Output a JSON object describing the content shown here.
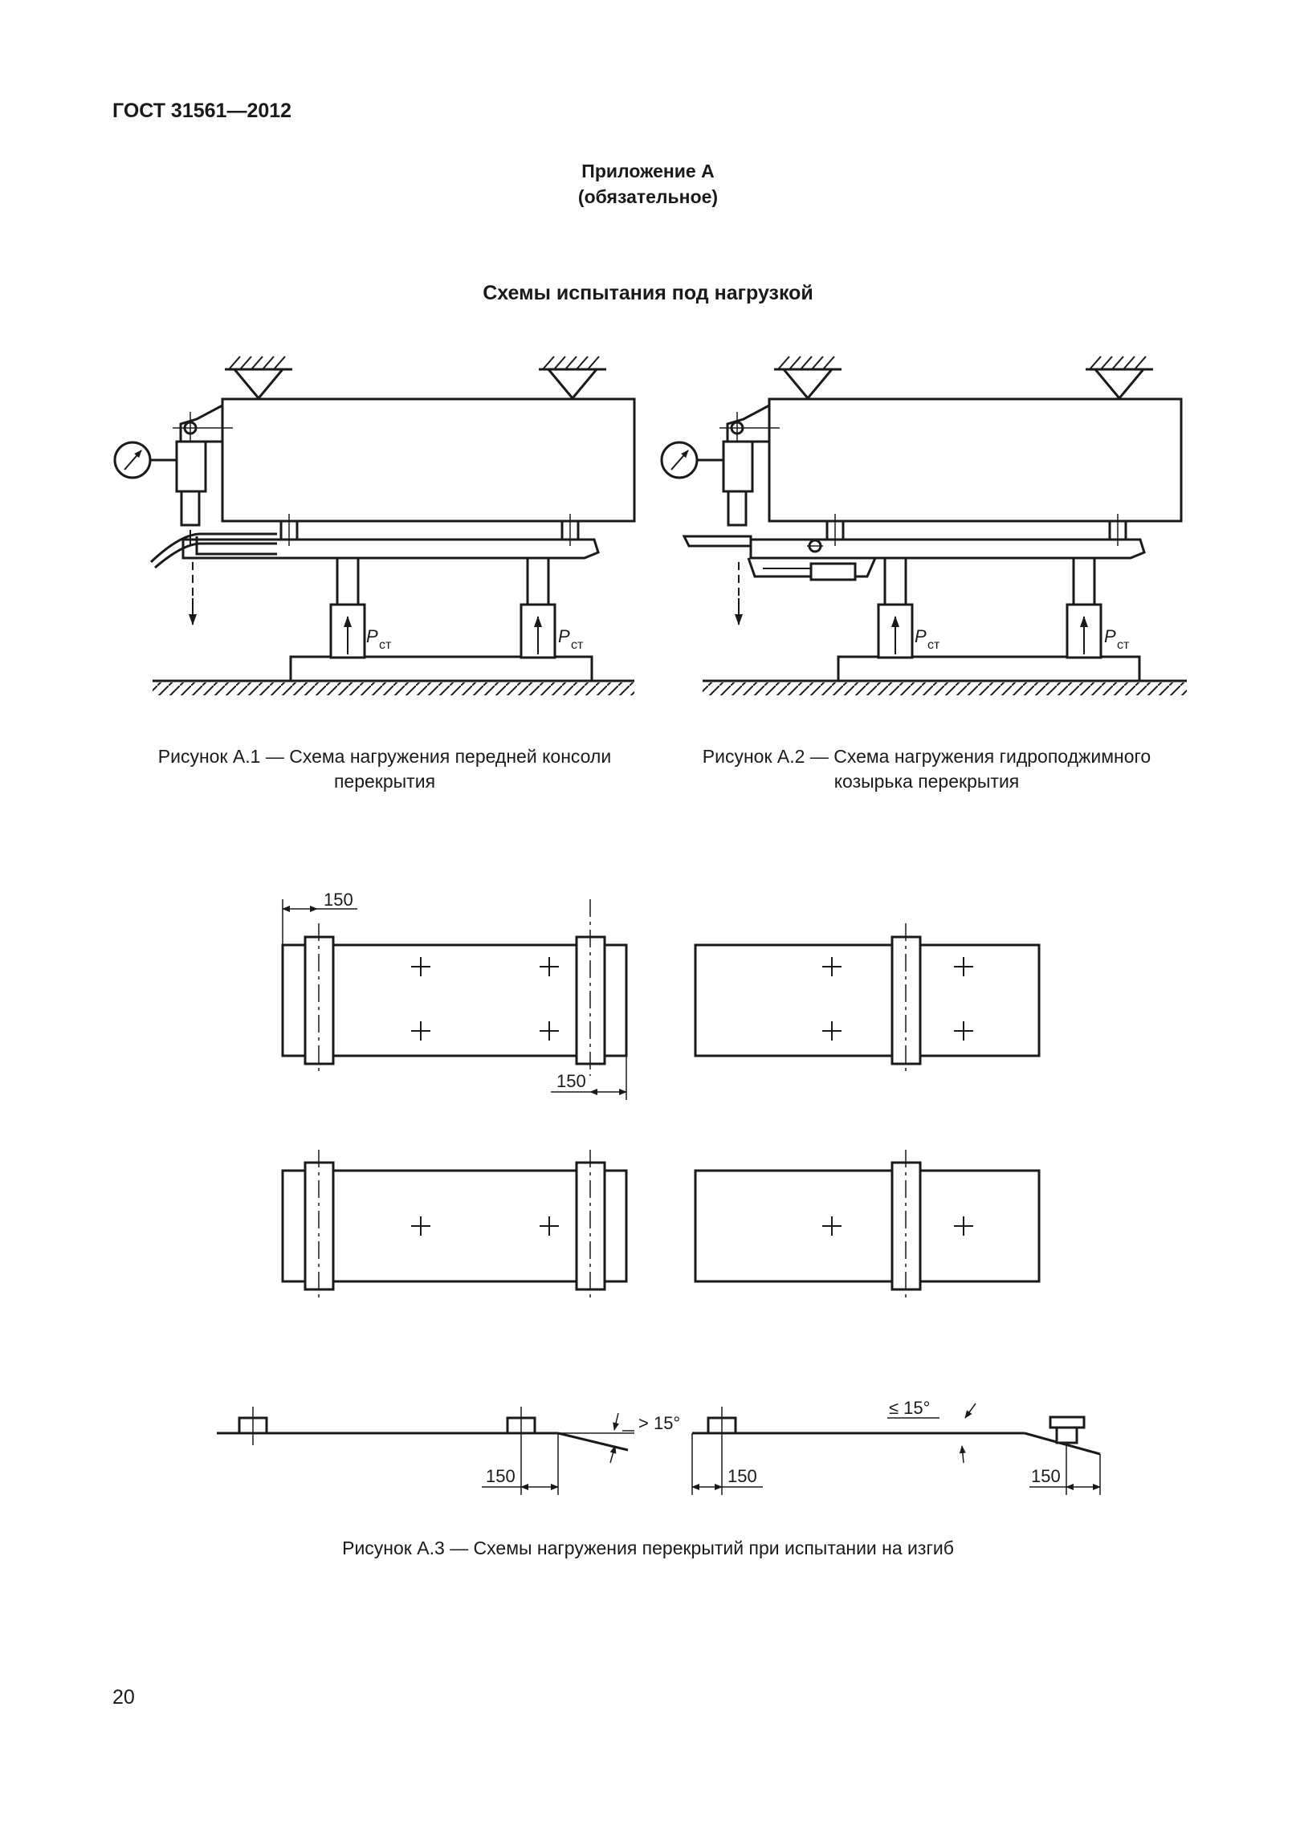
{
  "header": {
    "standard": "ГОСТ 31561—2012"
  },
  "appendix": {
    "title": "Приложение А",
    "status": "(обязательное)"
  },
  "section_title": "Схемы испытания под нагрузкой",
  "labels": {
    "force": "P",
    "force_sub": "ст",
    "dim_150": "150",
    "angle_gt": "> 15°",
    "angle_le": "≤ 15°"
  },
  "figures": {
    "a1": {
      "line1": "Рисунок А.1 — Схема нагружения передней консоли",
      "line2": "перекрытия"
    },
    "a2": {
      "line1": "Рисунок А.2 — Схема нагружения гидроподжимного",
      "line2": "козырька перекрытия"
    },
    "a3": {
      "caption": "Рисунок А.3 — Схемы нагружения перекрытий при испытании на изгиб"
    }
  },
  "page_number": "20"
}
